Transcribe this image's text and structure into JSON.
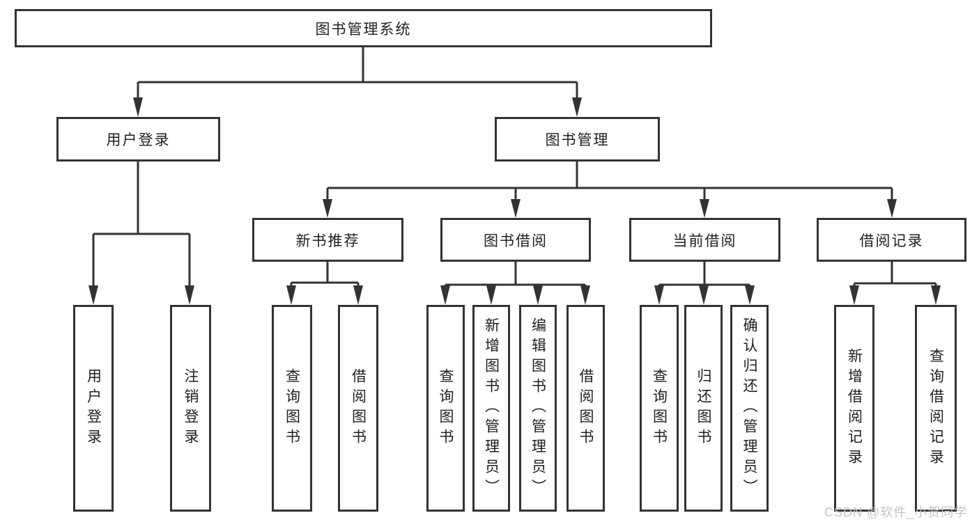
{
  "diagram": {
    "type": "hierarchy-tree",
    "title": "图书管理系统",
    "colors": {
      "line": "#333333",
      "box_border": "#333333",
      "text": "#1f1f1f",
      "background": "#ffffff",
      "watermark": "#c1c1c1"
    },
    "watermark": "CSDN @软件_小贺同学",
    "tree": {
      "label": "图书管理系统",
      "children": [
        {
          "label": "用户登录",
          "children": [
            {
              "label": "用户登录"
            },
            {
              "label": "注销登录"
            }
          ]
        },
        {
          "label": "图书管理",
          "children": [
            {
              "label": "新书推荐",
              "children": [
                {
                  "label": "查询图书"
                },
                {
                  "label": "借阅图书"
                }
              ]
            },
            {
              "label": "图书借阅",
              "children": [
                {
                  "label": "查询图书"
                },
                {
                  "label": "新增图书（管理员）"
                },
                {
                  "label": "编辑图书（管理员）"
                },
                {
                  "label": "借阅图书"
                }
              ]
            },
            {
              "label": "当前借阅",
              "children": [
                {
                  "label": "查询图书"
                },
                {
                  "label": "归还图书"
                },
                {
                  "label": "确认归还（管理员）"
                }
              ]
            },
            {
              "label": "借阅记录",
              "children": [
                {
                  "label": "新增借阅记录"
                },
                {
                  "label": "查询借阅记录"
                }
              ]
            }
          ]
        }
      ]
    }
  }
}
